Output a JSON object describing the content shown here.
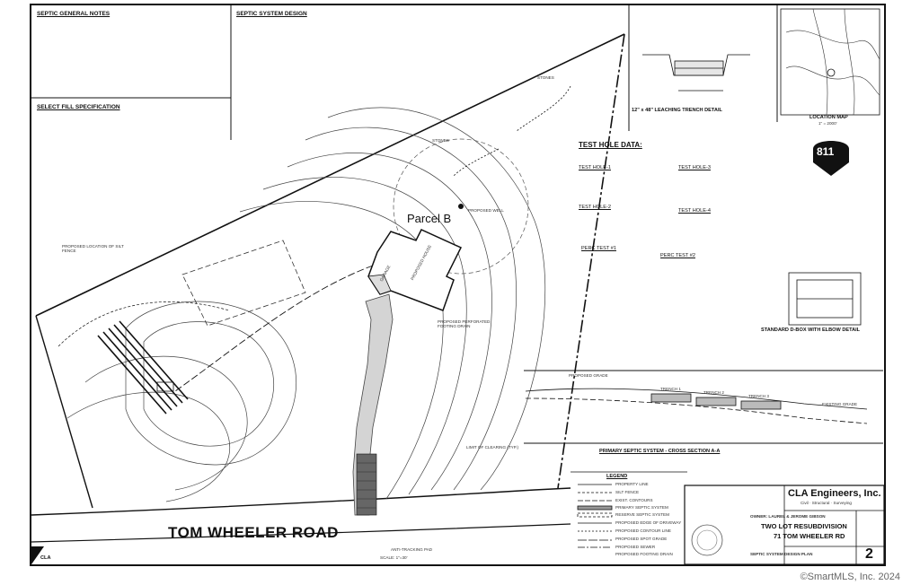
{
  "plan": {
    "septic_general_notes_title": "SEPTIC GENERAL NOTES",
    "septic_system_design_title": "SEPTIC SYSTEM DESIGN",
    "select_fill_title": "SELECT FILL SPECIFICATION",
    "test_hole_data_title": "TEST HOLE DATA:",
    "test_hole_1": "TEST HOLE-1",
    "test_hole_2": "TEST HOLE-2",
    "test_hole_3": "TEST HOLE-3",
    "test_hole_4": "TEST HOLE-4",
    "perc_test_1": "PERC TEST #1",
    "perc_test_2": "PERC TEST #2",
    "trench_detail": "12\" x 48\" LEACHING TRENCH DETAIL",
    "dbox_detail": "STANDARD D-BOX WITH ELBOW DETAIL",
    "location_map": "LOCATION MAP",
    "location_map_scale": "1\" = 2000'",
    "badge_811": "811",
    "parcel": "Parcel B",
    "road_name": "TOM WHEELER ROAD",
    "stones_1": "STONES",
    "stones_2": "STONES",
    "proposed_well": "PROPOSED WELL",
    "proposed_house": "PROPOSED HOUSE",
    "garage": "GARAGE",
    "proposed_footing_drain": "PROPOSED PERFORATED FOOTING DRAIN",
    "proposed_location_silt_fence": "PROPOSED LOCATION OF SILT FENCE",
    "limit_of_clearing": "LIMIT OF CLEARING (TYP.)",
    "anti_tracking_pad": "ANTI-TRACKING PAD",
    "cross_section_title": "PRIMARY SEPTIC SYSTEM - CROSS SECTION A-A",
    "trench_1": "TRENCH 1",
    "trench_2": "TRENCH 2",
    "trench_3": "TRENCH 3",
    "proposed_grade": "PROPOSED GRADE",
    "existing_grade": "EXISTING GRADE",
    "legend_title": "LEGEND",
    "legend_items": [
      "PROPERTY LINE",
      "SILT FENCE",
      "EXIST. CONTOURS",
      "PRIMARY SEPTIC SYSTEM",
      "RESERVE SEPTIC SYSTEM",
      "PROPOSED EDGE OF DRIVEWAY",
      "PROPOSED CONTOUR LINE",
      "PROPOSED SPOT GRADE",
      "PROPOSED SEWER",
      "PROPOSED FOOTING DRAIN"
    ],
    "firm_name": "CLA Engineers, Inc.",
    "firm_sub": "Civil · Structural · Surveying",
    "owner": "OWNER: LAUREL & JEROME GIBSON",
    "project_title_1": "TWO LOT RESUBDIVISION",
    "project_title_2": "71 TOM WHEELER RD",
    "sheet_title": "SEPTIC SYSTEM DESIGN PLAN",
    "sheet_number": "2",
    "scale_text": "SCALE: 1\"=30'",
    "cla_corner": "CLA",
    "copyright": "©SmartMLS, Inc. 2024"
  }
}
